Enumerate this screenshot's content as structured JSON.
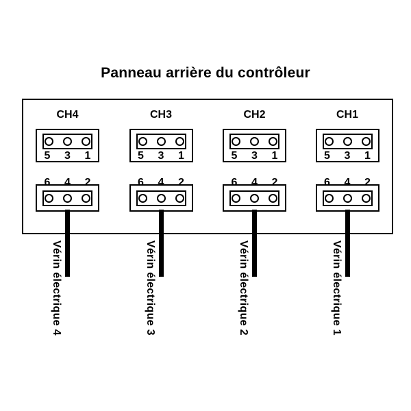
{
  "title": "Panneau arrière du contrôleur",
  "colors": {
    "line": "#000000",
    "background": "#ffffff"
  },
  "panel": {
    "channels": [
      {
        "label": "CH4",
        "top_pins": [
          "5",
          "3",
          "1"
        ],
        "bottom_pins": [
          "6",
          "4",
          "2"
        ],
        "cable_label": "Vérin électrique 4"
      },
      {
        "label": "CH3",
        "top_pins": [
          "5",
          "3",
          "1"
        ],
        "bottom_pins": [
          "6",
          "4",
          "2"
        ],
        "cable_label": "Vérin électrique 3"
      },
      {
        "label": "CH2",
        "top_pins": [
          "5",
          "3",
          "1"
        ],
        "bottom_pins": [
          "6",
          "4",
          "2"
        ],
        "cable_label": "Vérin électrique 2"
      },
      {
        "label": "CH1",
        "top_pins": [
          "5",
          "3",
          "1"
        ],
        "bottom_pins": [
          "6",
          "4",
          "2"
        ],
        "cable_label": "Vérin électrique 1"
      }
    ]
  }
}
